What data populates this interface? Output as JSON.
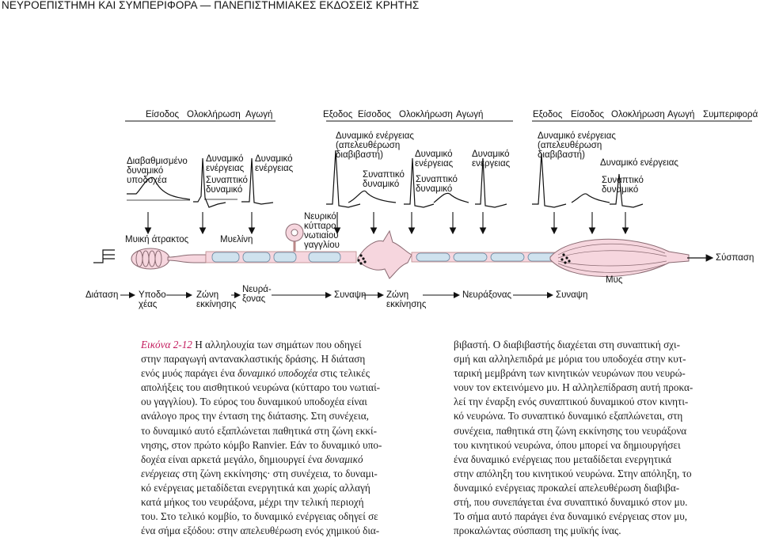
{
  "header": "ΝΕΥΡΟΕΠΙΣΤΗΜΗ ΚΑΙ ΣΥΜΠΕΡΙΦΟΡΑ — ΠΑΝΕΠΙΣΤΗΜΙΑΚΕΣ ΕΚΔΟΣΕΙΣ ΚΡΗΤΗΣ",
  "figure": {
    "stages1": [
      "Είσοδος",
      "Ολοκλήρωση",
      "Αγωγή"
    ],
    "stages2": [
      "Εξοδος",
      "Είσοδος",
      "Ολοκλήρωση",
      "Αγωγή"
    ],
    "stages3": [
      "Εξοδος",
      "Είσοδος",
      "Ολοκλήρωση",
      "Αγωγή",
      "Συμπεριφορά"
    ],
    "labels": {
      "graded_potential": "Διαβαθμισμένο\nδυναμικό\nυποδοχέα",
      "action_potential_1": "Δυναμικό\nενέργειας",
      "synaptic_potential_1": "Συναπτικό\nδυναμικό",
      "action_potential_2": "Δυναμικό\nενέργειας",
      "ap_release_1": "Δυναμικό ενέργειας\n(απελευθέρωση\nδιαβιβαστή)",
      "synaptic_potential_2": "Συναπτικό\nδυναμικό",
      "action_potential_3": "Δυναμικό\nενέργειας",
      "synaptic_potential_3": "Συναπτικό\nδυναμικό",
      "action_potential_4": "Δυναμικό\nενέργειας",
      "ap_release_2": "Δυναμικό ενέργειας\n(απελευθέρωση\nδιαβιβαστή)",
      "action_potential_5": "Δυναμικό ενέργειας",
      "synaptic_potential_4": "Συναπτικό\nδυναμικό",
      "muscle_spindle": "Μυική άτρακτος",
      "myelin": "Μυελίνη",
      "ganglion_cell": "Νευρικό\nκύτταρο\nνωτιαίου\nγαγγλίου",
      "contraction": "Σύσπαση",
      "muscle": "Μυς",
      "stretch": "Διάταση",
      "receptor": "Υποδο-\nχέας",
      "trigger_zone_1": "Ζώνη\nεκκίνησης",
      "axon_1": "Νευρά-\nξονας",
      "synapse_1": "Συναψη",
      "trigger_zone_2": "Ζώνη\nεκκίνησης",
      "axon_2": "Νευράξονας",
      "synapse_2": "Συναψη"
    }
  },
  "caption": {
    "fig_number": "Εικόνα 2-12",
    "left_lines": [
      [
        " Η αλληλουχία των σημάτων που οδηγεί"
      ],
      [
        "στην παραγωγή αντανακλαστικής δράσης. Η διάταση"
      ],
      [
        "ενός μυός παράγει ένα ",
        {
          "i": "δυναμικό υποδοχέα"
        },
        " στις τελικές"
      ],
      [
        "απολήξεις του αισθητικού νευρώνα (κύτταρο του νωτιαί-"
      ],
      [
        "ου γαγγλίου). Το εύρος του δυναμικού υποδοχέα είναι"
      ],
      [
        "ανάλογο προς την ένταση της διάτασης. Στη συνέχεια,"
      ],
      [
        "το δυναμικό αυτό εξαπλώνεται παθητικά στη ζώνη εκκί-"
      ],
      [
        "νησης, στον πρώτο κόμβο Ranvier. Εάν το δυναμικό υπο-"
      ],
      [
        "δοχέα είναι αρκετά μεγάλο, δημιουργεί ένα ",
        {
          "i": "δυναμικό"
        }
      ],
      [
        {
          "i": "ενέργειας"
        },
        " στη ζώνη εκκίνησης· στη συνέχεια, το δυναμι-"
      ],
      [
        "κό ενέργειας μεταδίδεται ενεργητικά και χωρίς αλλαγή"
      ],
      [
        "κατά μήκος του νευράξονα, μέχρι την τελική περιοχή"
      ],
      [
        "του. Στο τελικό κομβίο, το δυναμικό ενέργειας οδηγεί σε"
      ],
      [
        "ένα σήμα εξόδου: στην απελευθέρωση ενός χημικού δια-"
      ]
    ],
    "right_lines": [
      [
        "βιβαστή. Ο διαβιβαστής διαχέεται στη συναπτική σχι-"
      ],
      [
        "σμή και αλληλεπιδρά με μόρια του υποδοχέα στην κυτ-"
      ],
      [
        "ταρική μεμβράνη των κινητικών νευρώνων που νευρώ-"
      ],
      [
        "νουν τον εκτεινόμενο μυ. Η αλληλεπίδραση αυτή προκα-"
      ],
      [
        "λεί την έναρξη ενός συναπτικού δυναμικού στον κινητι-"
      ],
      [
        "κό νευρώνα. Το συναπτικό δυναμικό εξαπλώνεται, στη"
      ],
      [
        "συνέχεια, παθητικά στη ζώνη εκκίνησης του νευράξονα"
      ],
      [
        "του κινητικού νευρώνα, όπου μπορεί να δημιουργήσει"
      ],
      [
        "ένα δυναμικό ενέργειας που μεταδίδεται ενεργητικά"
      ],
      [
        "στην απόληξη του κινητικού νευρώνα. Στην απόληξη, το"
      ],
      [
        "δυναμικό ενέργειας προκαλεί απελευθέρωση διαβιβα-"
      ],
      [
        "στή, που συνεπάγεται ένα συναπτικό δυναμικό στον μυ."
      ],
      [
        "Το σήμα αυτό παράγει ένα δυναμικό ενέργειας στον μυ,"
      ],
      [
        "προκαλώντας σύσπαση της μυϊκής ίνας."
      ]
    ]
  }
}
